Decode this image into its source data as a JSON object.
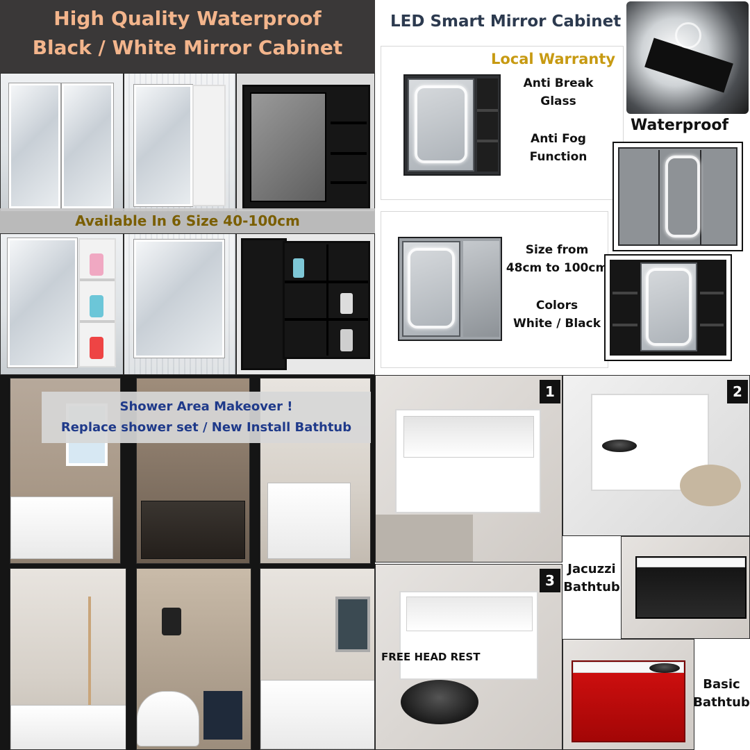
{
  "colors": {
    "q1_title": "#f3b58c",
    "q1_banner_text": "#7a5e00",
    "q2_title": "#2c3a4f",
    "warranty": "#c79a12",
    "q3_banner_text": "#1f3a8a",
    "tub_red": "#d31010"
  },
  "mirror_section": {
    "title_line1": "High Quality Waterproof",
    "title_line2": "Black / White Mirror Cabinet",
    "sizes_banner": "Available In 6 Size 40-100cm"
  },
  "led_section": {
    "title": "LED Smart Mirror Cabinet",
    "warranty": "Local Warranty",
    "feature1_line1": "Anti Break",
    "feature1_line2": "Glass",
    "feature2_line1": "Anti Fog",
    "feature2_line2": "Function",
    "waterproof": "Waterproof",
    "size_line1": "Size from",
    "size_line2": "48cm to 100cm",
    "colors_line1": "Colors",
    "colors_line2": "White / Black"
  },
  "shower_section": {
    "banner_line1": "Shower Area Makeover !",
    "banner_line2": "Replace shower set / New Install Bathtub"
  },
  "bathtub_section": {
    "badge1": "1",
    "badge2": "2",
    "badge3": "3",
    "free_head_rest": "FREE HEAD REST",
    "jacuzzi_line1": "Jacuzzi",
    "jacuzzi_line2": "Bathtub",
    "basic_line1": "Basic",
    "basic_line2": "Bathtub"
  }
}
